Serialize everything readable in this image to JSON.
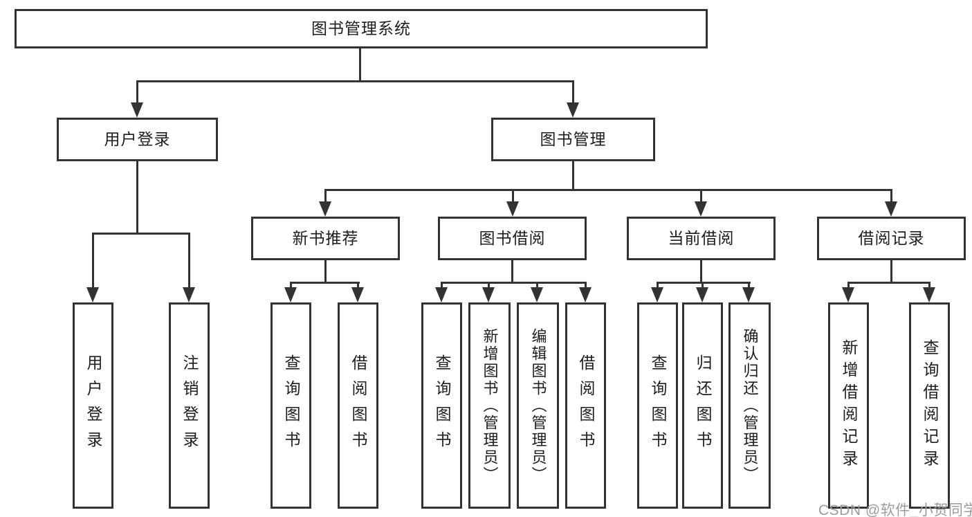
{
  "diagram_title": "图书管理系统",
  "nodes": {
    "root": "图书管理系统",
    "user_login": "用户登录",
    "book_mgmt": "图书管理",
    "new_book_rec": "新书推荐",
    "book_borrow": "图书借阅",
    "current_borrow": "当前借阅",
    "borrow_record": "借阅记录",
    "leaf_user_login": "用户登录",
    "leaf_logout": "注销登录",
    "leaf_nb_query": "查询图书",
    "leaf_nb_borrow": "借阅图书",
    "leaf_bb_query": "查询图书",
    "leaf_bb_add": "新增图书（管理员）",
    "leaf_bb_edit": "编辑图书（管理员）",
    "leaf_bb_borrow": "借阅图书",
    "leaf_cb_query": "查询图书",
    "leaf_cb_return": "归还图书",
    "leaf_cb_confirm": "确认归还（管理员）",
    "leaf_br_add": "新增借阅记录",
    "leaf_br_query": "查询借阅记录"
  },
  "watermark": "CSDN @软件_小贺同学",
  "colors": {
    "line": "#333333",
    "box_background": "#ffffff",
    "text": "#1d1d1d",
    "watermark": "#9b9ba1"
  }
}
